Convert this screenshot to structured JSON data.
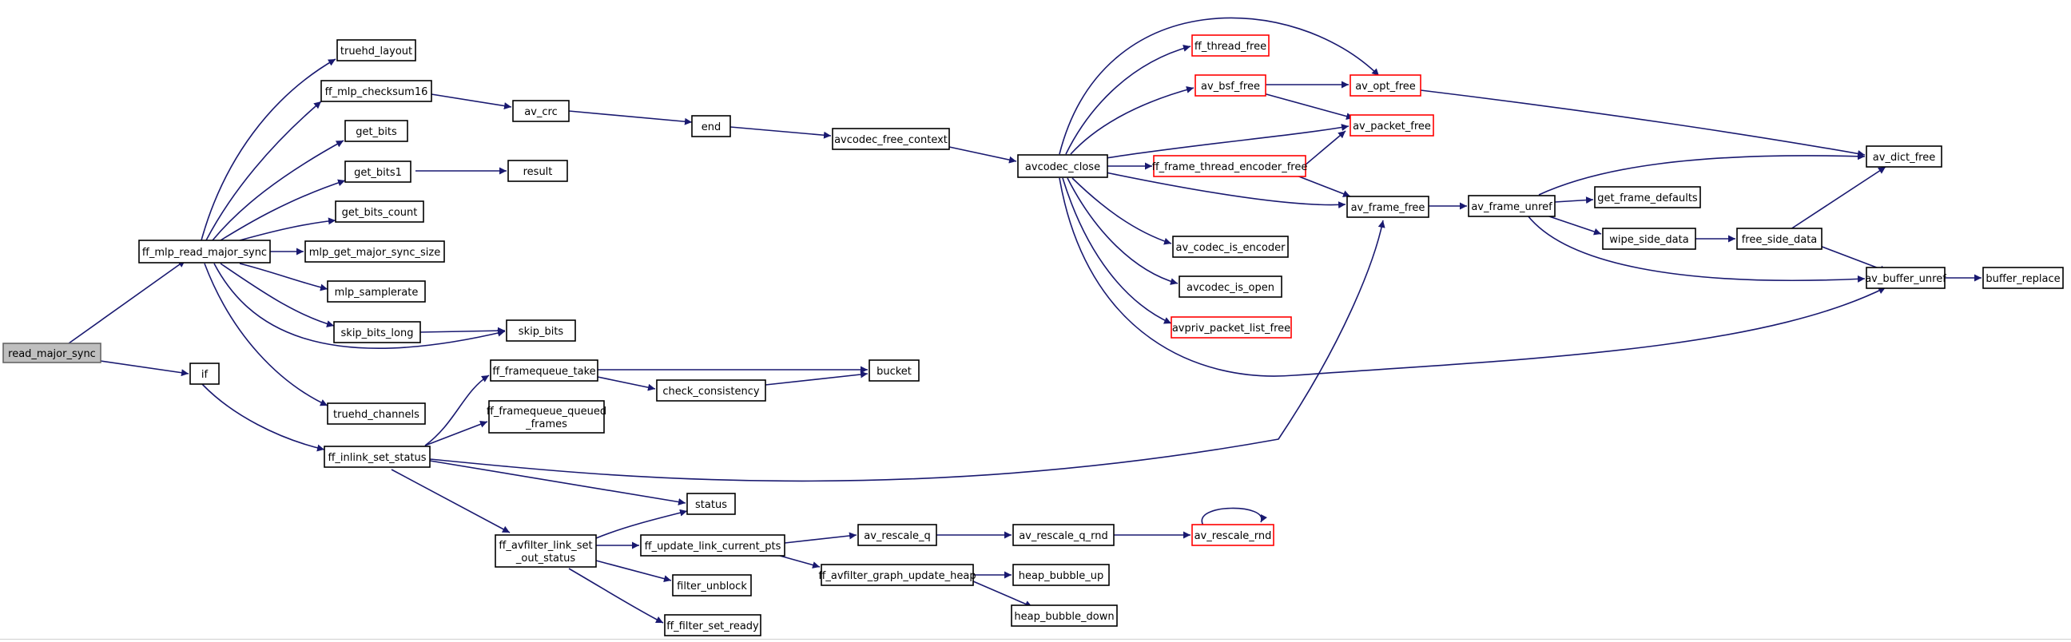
{
  "nodes": {
    "read_major_sync": "read_major_sync",
    "ff_mlp_read_major_sync": "ff_mlp_read_major_sync",
    "if": "if",
    "truehd_layout": "truehd_layout",
    "ff_mlp_checksum16": "ff_mlp_checksum16",
    "get_bits": "get_bits",
    "get_bits1": "get_bits1",
    "get_bits_count": "get_bits_count",
    "mlp_get_major_sync_size": "mlp_get_major_sync_size",
    "mlp_samplerate": "mlp_samplerate",
    "skip_bits_long": "skip_bits_long",
    "truehd_channels": "truehd_channels",
    "av_crc": "av_crc",
    "result": "result",
    "skip_bits": "skip_bits",
    "end": "end",
    "avcodec_free_context": "avcodec_free_context",
    "avcodec_close": "avcodec_close",
    "ff_thread_free": "ff_thread_free",
    "av_bsf_free": "av_bsf_free",
    "av_opt_free": "av_opt_free",
    "av_packet_free": "av_packet_free",
    "ff_frame_thread_encoder_free": "ff_frame_thread_encoder_free",
    "av_frame_free": "av_frame_free",
    "av_frame_unref": "av_frame_unref",
    "av_codec_is_encoder": "av_codec_is_encoder",
    "avcodec_is_open": "avcodec_is_open",
    "avpriv_packet_list_free": "avpriv_packet_list_free",
    "av_dict_free": "av_dict_free",
    "get_frame_defaults": "get_frame_defaults",
    "wipe_side_data": "wipe_side_data",
    "free_side_data": "free_side_data",
    "av_buffer_unref": "av_buffer_unref",
    "buffer_replace": "buffer_replace",
    "ff_inlink_set_status": "ff_inlink_set_status",
    "ff_framequeue_take": "ff_framequeue_take",
    "ff_framequeue_queued_frames_1": "ff_framequeue_queued",
    "ff_framequeue_queued_frames_2": "_frames",
    "check_consistency": "check_consistency",
    "bucket": "bucket",
    "status": "status",
    "ff_avfilter_link_set_out_status_1": "ff_avfilter_link_set",
    "ff_avfilter_link_set_out_status_2": "_out_status",
    "ff_update_link_current_pts": "ff_update_link_current_pts",
    "av_rescale_q": "av_rescale_q",
    "av_rescale_q_rnd": "av_rescale_q_rnd",
    "av_rescale_rnd": "av_rescale_rnd",
    "ff_avfilter_graph_update_heap": "ff_avfilter_graph_update_heap",
    "heap_bubble_up": "heap_bubble_up",
    "heap_bubble_down": "heap_bubble_down",
    "filter_unblock": "filter_unblock",
    "ff_filter_set_ready": "ff_filter_set_ready"
  },
  "colors": {
    "edge": "#191970",
    "box_border": "#000000",
    "truncated_border": "#ff0000",
    "root_fill": "#bfbfbf"
  }
}
